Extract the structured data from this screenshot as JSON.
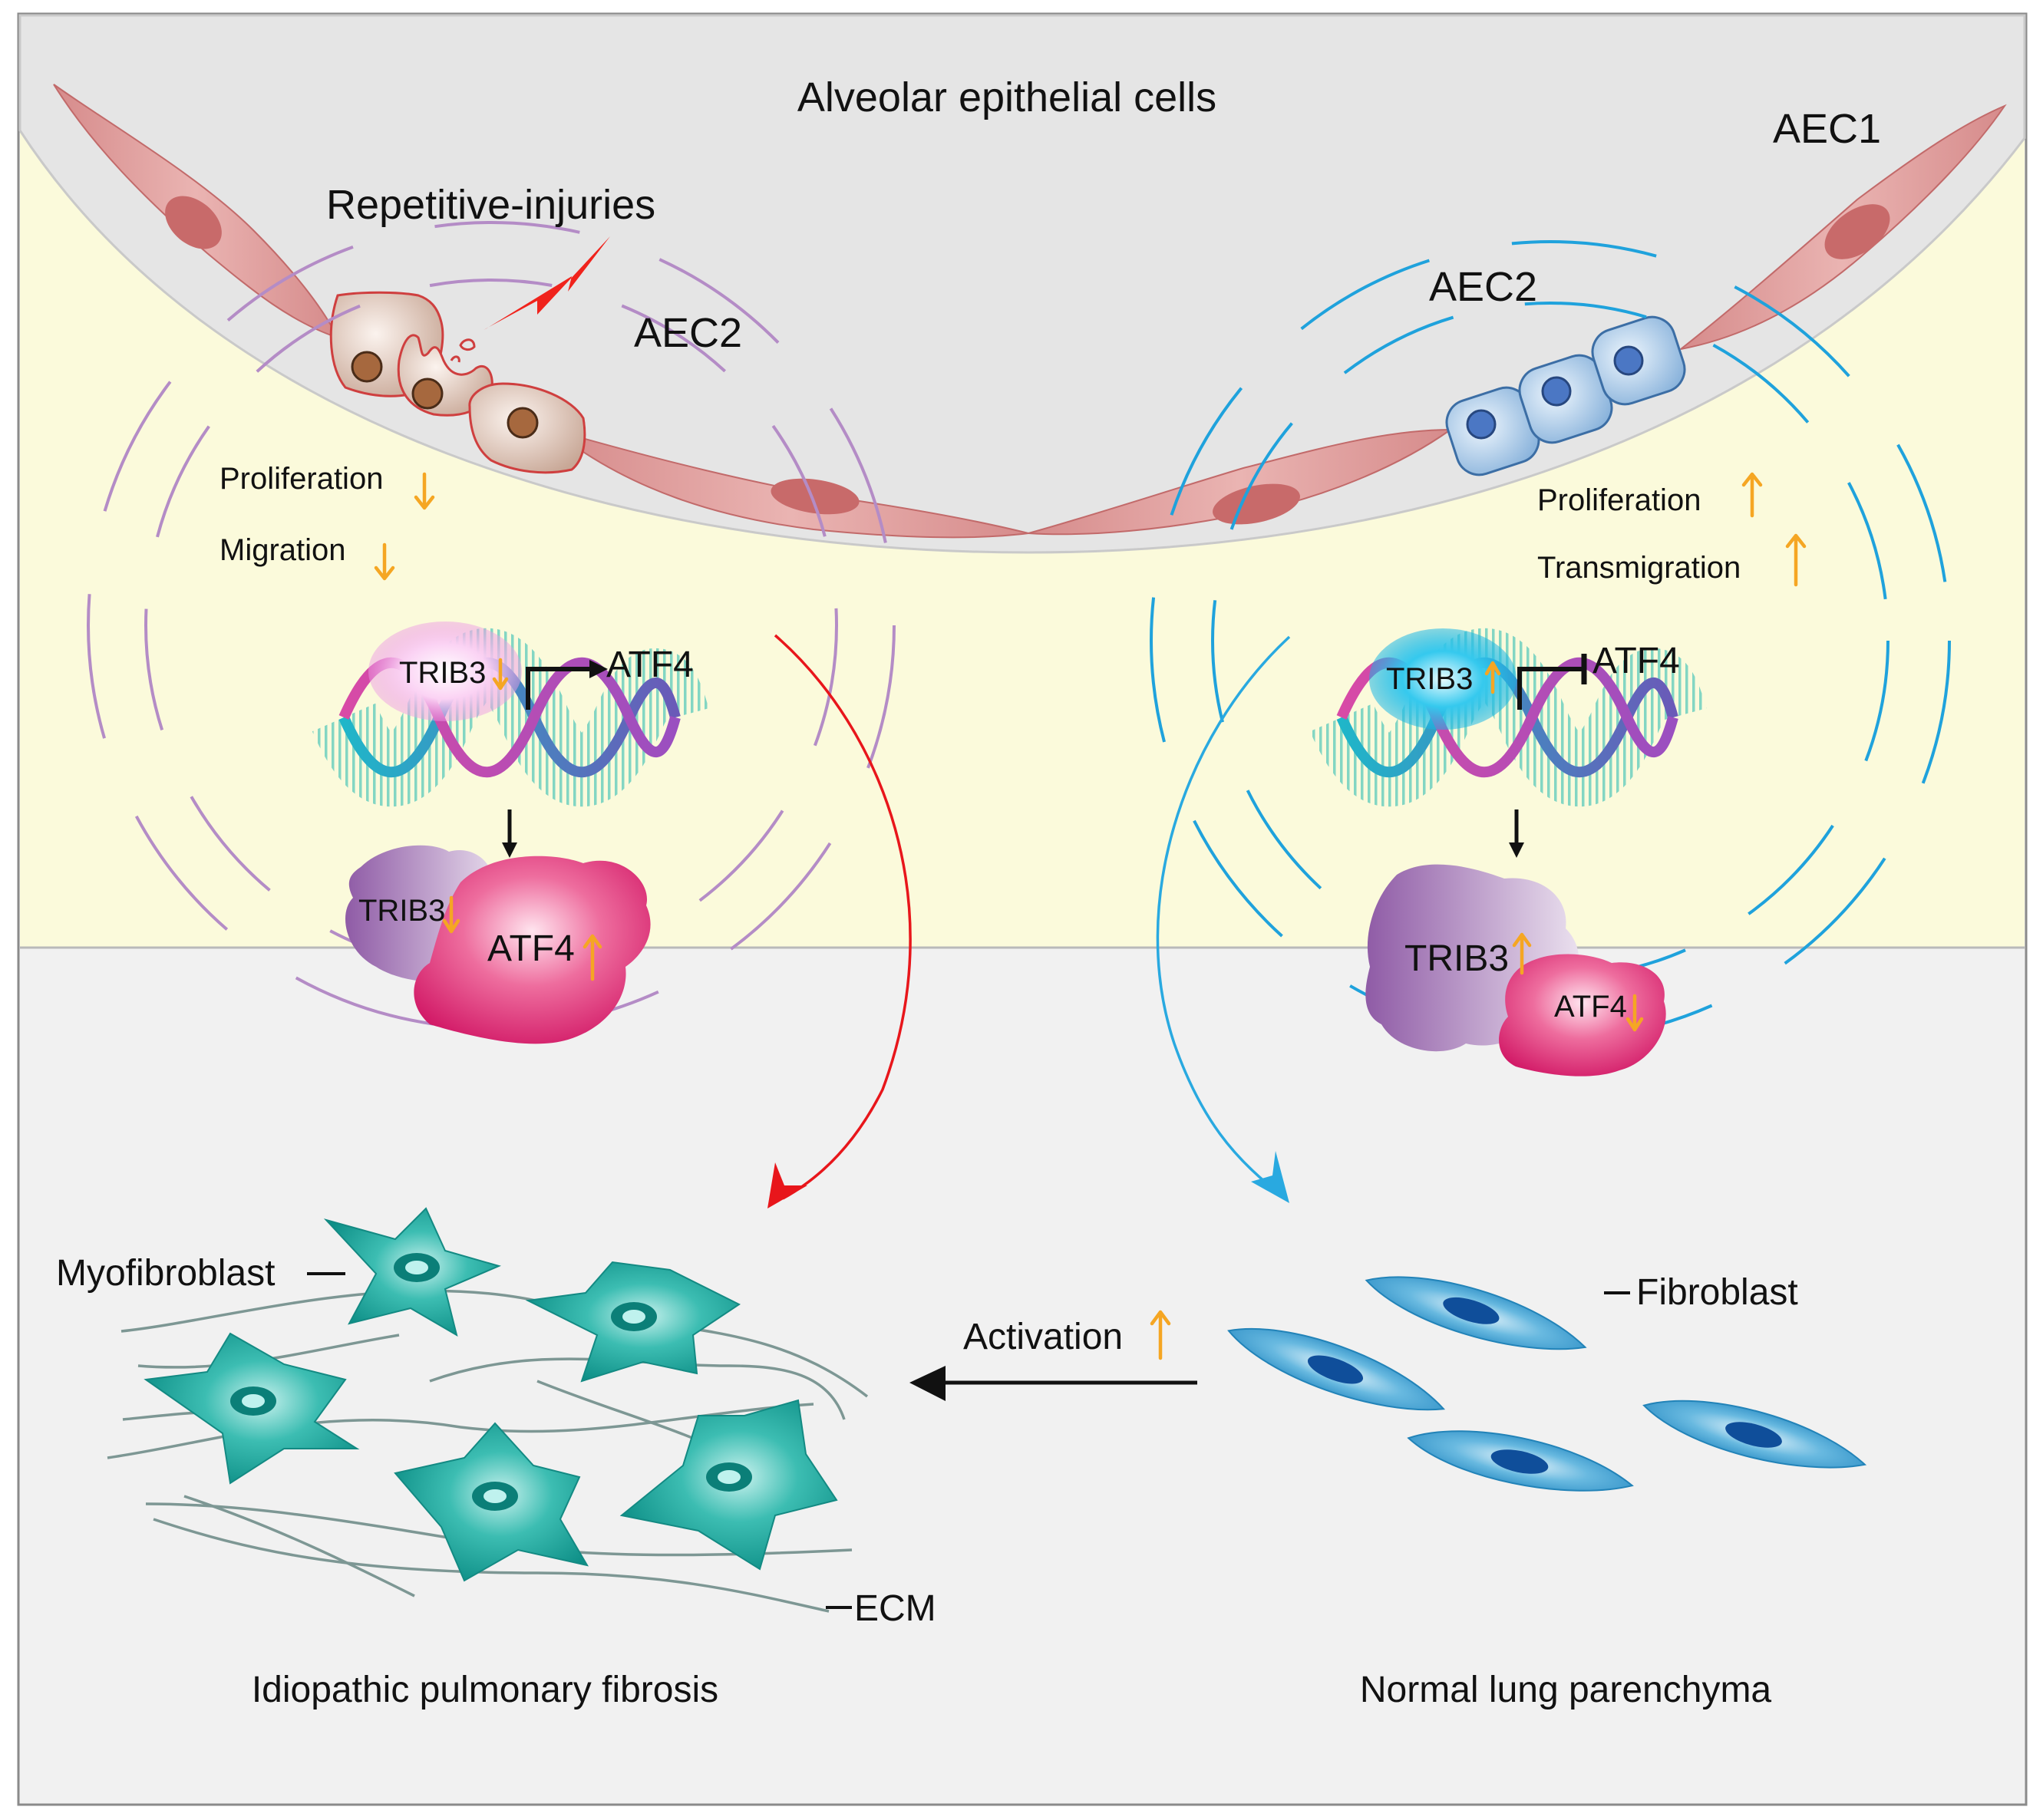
{
  "title": "Alveolar epithelial cells",
  "labels": {
    "repetitive_injuries": "Repetitive-injuries",
    "aec2_left": "AEC2",
    "aec2_right": "AEC2",
    "aec1": "AEC1",
    "proliferation_left": "Proliferation",
    "migration": "Migration",
    "proliferation_right": "Proliferation",
    "transmigration": "Transmigration",
    "trib3_left_top": "TRIB3",
    "atf4_left_top": "ATF4",
    "trib3_left_complex": "TRIB3",
    "atf4_left_complex": "ATF4",
    "trib3_right_top": "TRIB3",
    "atf4_right_top": "ATF4",
    "trib3_right_complex": "TRIB3",
    "atf4_right_complex": "ATF4",
    "myofibroblast": "Myofibroblast",
    "ecm": "ECM",
    "fibroblast": "Fibroblast",
    "activation": "Activation",
    "left_caption": "Idiopathic pulmonary fibrosis",
    "right_caption": "Normal lung parenchyma"
  },
  "colors": {
    "up_down_arrow": "#f5a623",
    "fibrosis_path": "#e8161b",
    "normal_path": "#29a9e0",
    "left_ring": "#b48cc6",
    "right_ring": "#1fa2dc",
    "interstitium": "#fbfadb",
    "alveolus": "#e5e5e5",
    "lower_region": "#f1f1f1"
  }
}
